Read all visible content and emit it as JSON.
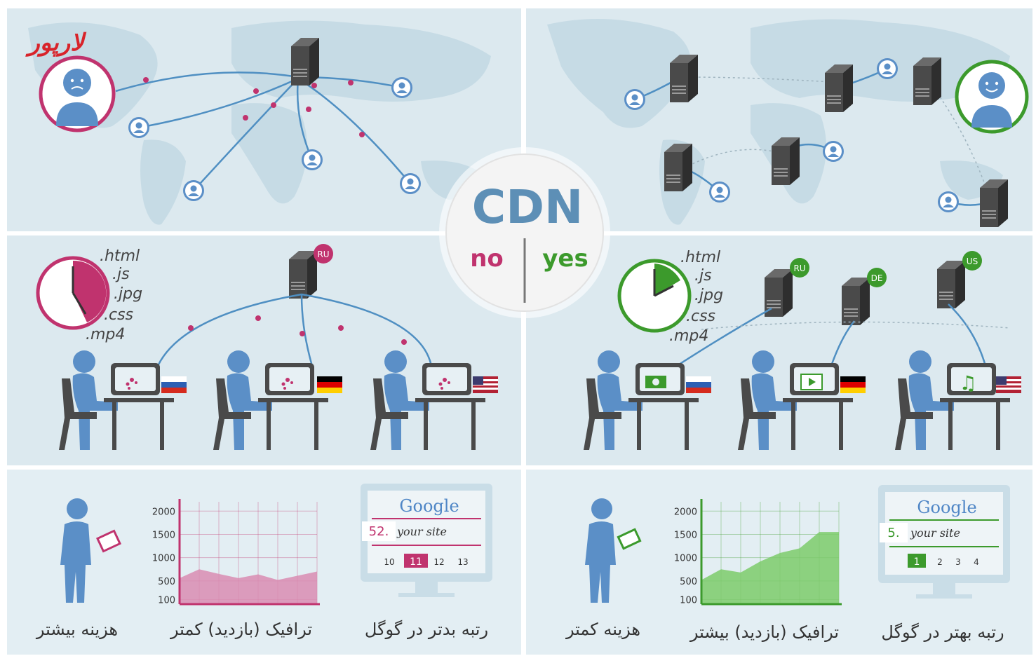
{
  "brand": {
    "logo_text": "لارپور",
    "logo_color": "#d8232a"
  },
  "center": {
    "title": "CDN",
    "no_label": "no",
    "yes_label": "yes"
  },
  "files": [
    ".html",
    ".js",
    ".jpg",
    ".css",
    ".mp4"
  ],
  "server_badges": {
    "no_cdn": [
      "RU"
    ],
    "with_cdn": [
      "RU",
      "DE",
      "US"
    ]
  },
  "google_no": {
    "logo": "Google",
    "rank": "52.",
    "site": "your site",
    "pages": [
      "10",
      "11",
      "12",
      "13"
    ],
    "current_page": "11"
  },
  "google_yes": {
    "logo": "Google",
    "rank": "5.",
    "site": "your site",
    "pages": [
      "1",
      "2",
      "3",
      "4"
    ],
    "current_page": "1"
  },
  "captions": {
    "no_cost": "هزینه بیشتر",
    "no_traffic": "ترافیک (بازدید) کمتر",
    "no_rank": "رتبه بدتر در گوگل",
    "yes_cost": "هزینه کمتر",
    "yes_traffic": "ترافیک (بازدید) بیشتر",
    "yes_rank": "رتبه بهتر در گوگل"
  },
  "chart_data": [
    {
      "type": "area",
      "y_ticks": [
        "2000",
        "1500",
        "1000",
        "500",
        "100"
      ],
      "x": [
        0,
        1,
        2,
        3,
        4,
        5,
        6,
        7
      ],
      "values": [
        560,
        750,
        650,
        560,
        640,
        520,
        610,
        700
      ],
      "ylim": [
        0,
        2200
      ],
      "grid": true
    },
    {
      "type": "area",
      "y_ticks": [
        "2000",
        "1500",
        "1000",
        "500",
        "100"
      ],
      "x": [
        0,
        1,
        2,
        3,
        4,
        5,
        6,
        7
      ],
      "values": [
        520,
        750,
        680,
        920,
        1100,
        1200,
        1550,
        1550
      ],
      "ylim": [
        0,
        2200
      ],
      "grid": true
    }
  ],
  "colors": {
    "background": "#dce9ef",
    "map": "#c8dce6",
    "map_alt": "#bdd4df",
    "bad": "#c0336e",
    "bad_fill": "#d98cb1",
    "good": "#3c9a2c",
    "good_fill": "#7ccb6a",
    "person": "#5b8fc7",
    "line": "#4f8fc2",
    "server": "#4a4a4a",
    "text": "#333333"
  }
}
